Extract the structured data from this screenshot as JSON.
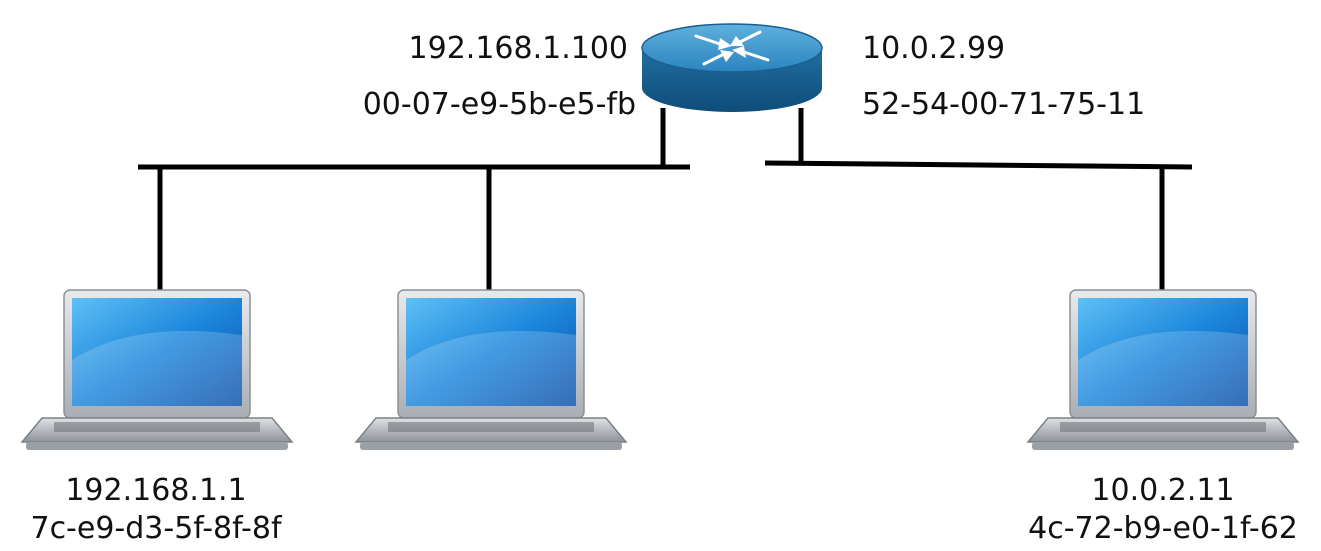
{
  "router": {
    "left_interface": {
      "ip": "192.168.1.100",
      "mac": "00-07-e9-5b-e5-fb"
    },
    "right_interface": {
      "ip": "10.0.2.99",
      "mac": "52-54-00-71-75-11"
    }
  },
  "hosts": [
    {
      "ip": "192.168.1.1",
      "mac": "7c-e9-d3-5f-8f-8f"
    },
    {
      "ip": "",
      "mac": ""
    },
    {
      "ip": "10.0.2.11",
      "mac": "4c-72-b9-e0-1f-62"
    }
  ],
  "icons": [
    "router-icon",
    "laptop-icon"
  ],
  "colors": {
    "line": "#000000",
    "router": "#2a7fb4",
    "screen": "#1a7fd6",
    "laptop_body": "#c4c8cc"
  }
}
